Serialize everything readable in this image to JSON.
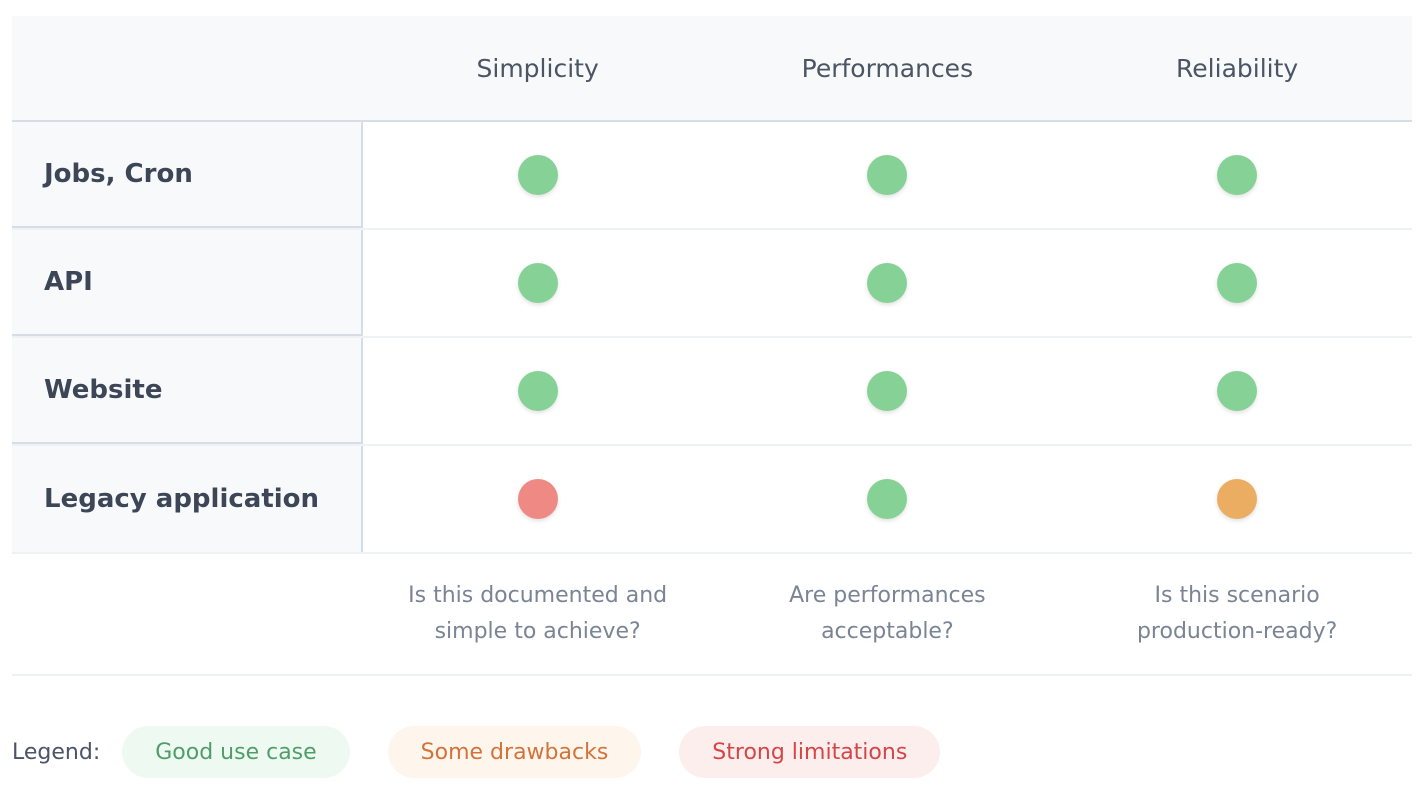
{
  "columns": [
    "Simplicity",
    "Performances",
    "Reliability"
  ],
  "rows": [
    {
      "label": "Jobs, Cron",
      "ratings": [
        "good",
        "good",
        "good"
      ]
    },
    {
      "label": "API",
      "ratings": [
        "good",
        "good",
        "good"
      ]
    },
    {
      "label": "Website",
      "ratings": [
        "good",
        "good",
        "good"
      ]
    },
    {
      "label": "Legacy application",
      "ratings": [
        "strong",
        "good",
        "some"
      ]
    }
  ],
  "descriptions": [
    [
      "Is this documented and",
      "simple to achieve?"
    ],
    [
      "Are performances",
      "acceptable?"
    ],
    [
      "Is this scenario",
      "production-ready?"
    ]
  ],
  "legend": {
    "title": "Legend:",
    "good": "Good use case",
    "some": "Some drawbacks",
    "strong": "Strong limitations"
  },
  "colors": {
    "good": "#85d196",
    "some": "#ebad62",
    "strong": "#ee8a83"
  }
}
